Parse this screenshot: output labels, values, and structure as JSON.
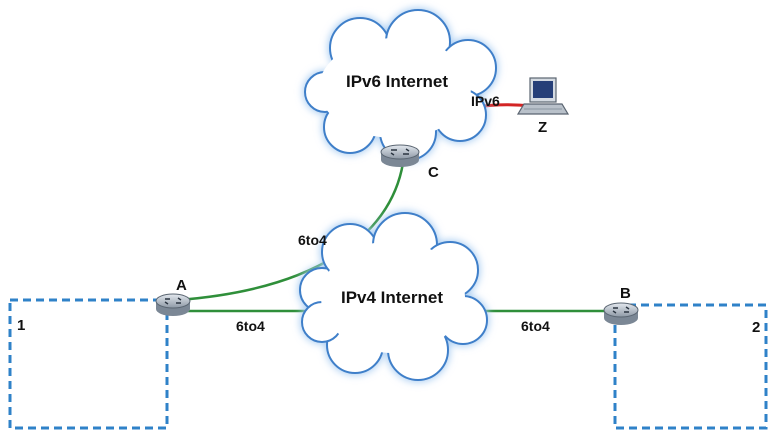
{
  "diagram": {
    "clouds": {
      "ipv6": "IPv6 Internet",
      "ipv4": "IPv4 Internet"
    },
    "nodes": {
      "router_a": "A",
      "router_b": "B",
      "router_c": "C",
      "host_z": "Z"
    },
    "networks": {
      "net_1": "1",
      "net_2": "2"
    },
    "links": {
      "c_to_z": "IPv6",
      "a_to_c": "6to4",
      "a_to_ipv4": "6to4",
      "ipv4_to_b": "6to4"
    },
    "colors": {
      "cloud_fill": "#ffffff",
      "cloud_edge": "#3f7fc9",
      "cloud_glow": "#a9cdf2",
      "tunnel_6to4": "#2f8f3a",
      "link_ipv6": "#d32424",
      "network_border": "#2f82c8",
      "router_body": "#c3ccd6"
    }
  }
}
